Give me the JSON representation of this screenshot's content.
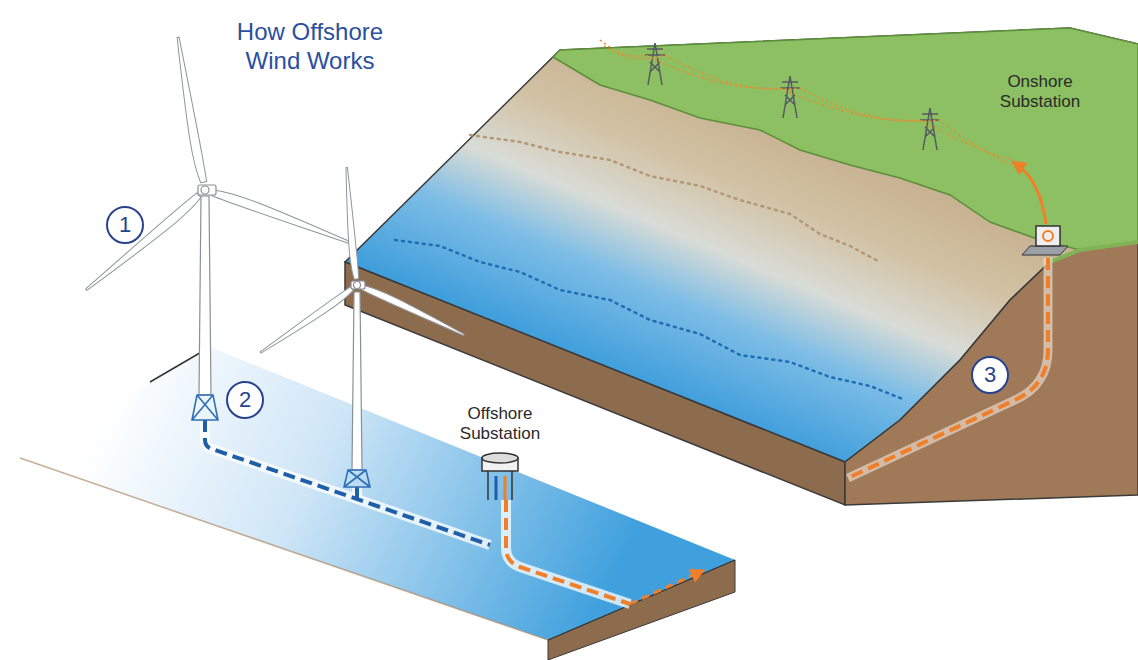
{
  "diagram": {
    "title": "How Offshore Wind Works",
    "nodes": [
      {
        "text": [
          "1"
        ]
      },
      {
        "text": [
          "2"
        ]
      },
      {
        "text": [
          "3"
        ]
      }
    ],
    "labels": [
      "Offshore Substation",
      "Onshore Substation"
    ]
  }
}
